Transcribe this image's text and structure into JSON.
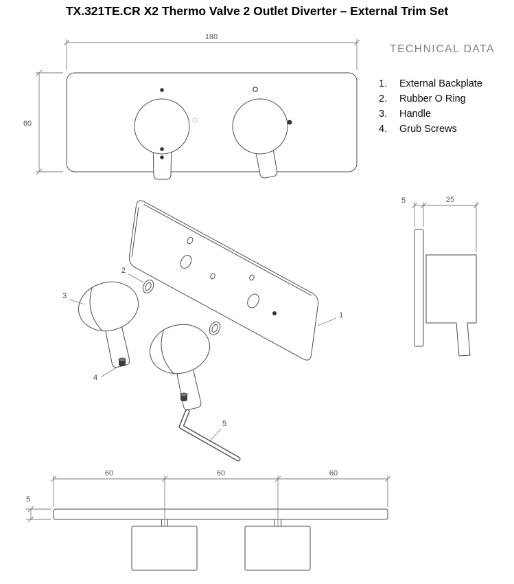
{
  "title": "TX.321TE.CR X2 Thermo Valve 2 Outlet Diverter – External Trim Set",
  "technical_data": {
    "heading": "TECHNICAL DATA",
    "items": [
      {
        "num": "1.",
        "label": "External Backplate"
      },
      {
        "num": "2.",
        "label": "Rubber O Ring"
      },
      {
        "num": "3.",
        "label": "Handle"
      },
      {
        "num": "4.",
        "label": "Grub Screws"
      }
    ]
  },
  "front_view": {
    "width_mm": "180",
    "height_mm": "60"
  },
  "side_view": {
    "plate_depth_mm": "5",
    "body_depth_mm": "25"
  },
  "bottom_view": {
    "segment1_mm": "60",
    "segment2_mm": "60",
    "segment3_mm": "60",
    "plate_thickness_mm": "5"
  },
  "callouts": {
    "backplate": "1",
    "o_ring": "2",
    "handle": "3",
    "grub_screw": "4",
    "allen_key": "5"
  },
  "colors": {
    "line": "#4a4a4a",
    "dimension": "#7a7a7a",
    "heading_gray": "#7e7e7e"
  }
}
